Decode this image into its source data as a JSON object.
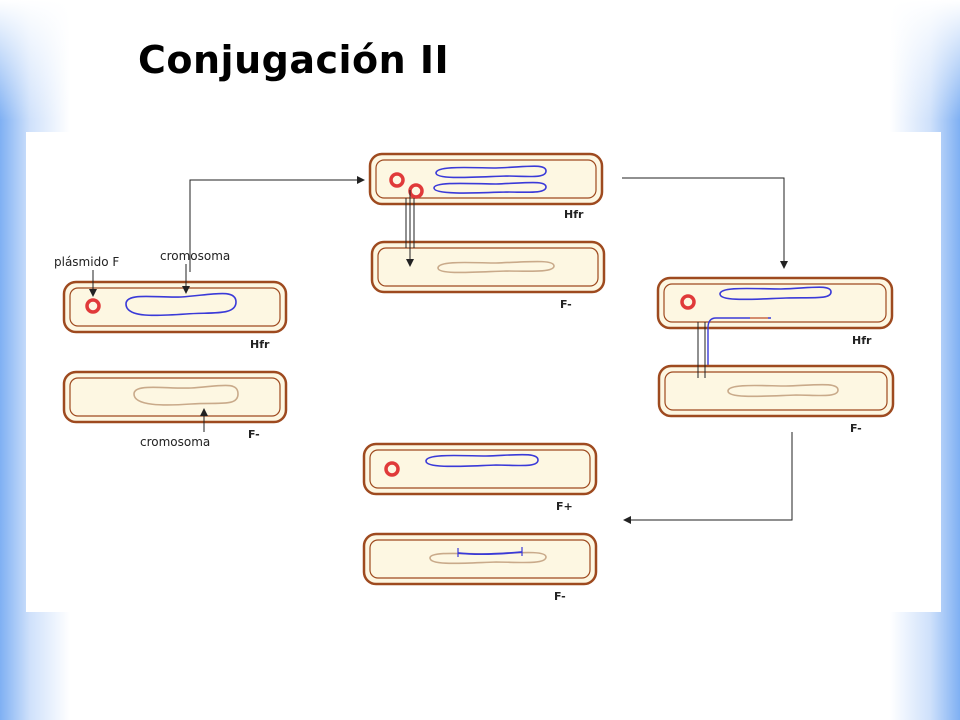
{
  "slide": {
    "title": "Conjugación II"
  },
  "diagram": {
    "labels": {
      "plasmid": "plásmido F",
      "chromosome_top": "cromosoma",
      "chromosome_bottom": "cromosoma"
    },
    "cells": {
      "left_donor": "Hfr",
      "left_recipient": "F-",
      "mid_donor": "Hfr",
      "mid_recipient": "F-",
      "right_donor": "Hfr",
      "right_recipient": "F-",
      "result_donor": "F+",
      "result_recipient": "F-"
    }
  },
  "colors": {
    "cell_border": "#9e4a1f",
    "cell_fill": "#fdf7e2",
    "donor_chromosome": "#3a3ad8",
    "recipient_chromosome": "#c9aa8a",
    "plasmid": "#e03a3a"
  }
}
